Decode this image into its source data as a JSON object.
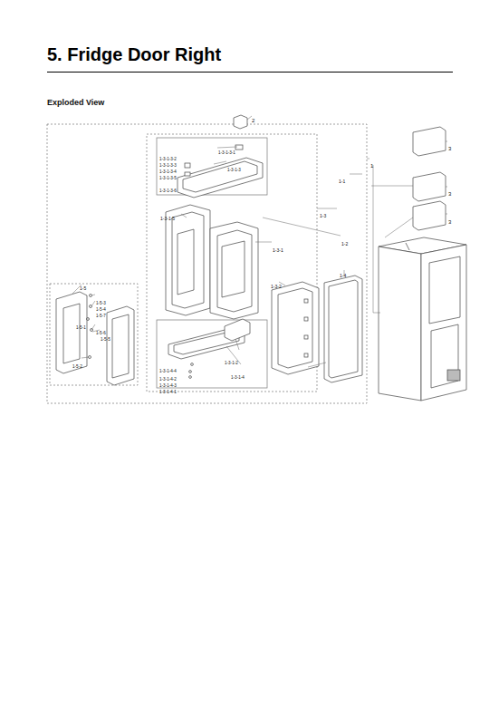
{
  "diagram": {
    "title": "5. Fridge Door Right",
    "labels": [
      "Exploded View",
      "2",
      "1",
      "1-1",
      "1-3",
      "1-2",
      "3",
      "3",
      "3",
      "1-4",
      "1-3-1",
      "1-3-2",
      "1-3-1-3",
      "1-3-1-3-1",
      "1-3-1-3-2",
      "1-3-1-3-3",
      "1-3-1-3-4",
      "1-3-1-3-5",
      "1-3-1-3-6",
      "1-3-1-5",
      "1-3-1-2",
      "1-3-1-4",
      "1-3-1-4-4",
      "1-3-1-4-2",
      "1-3-1-4-3",
      "1-3-1-4-1",
      "1-5",
      "1-5-3",
      "1-5-4",
      "1-5-7",
      "1-5-1",
      "1-5-6",
      "1-5-5",
      "1-5-2"
    ]
  }
}
